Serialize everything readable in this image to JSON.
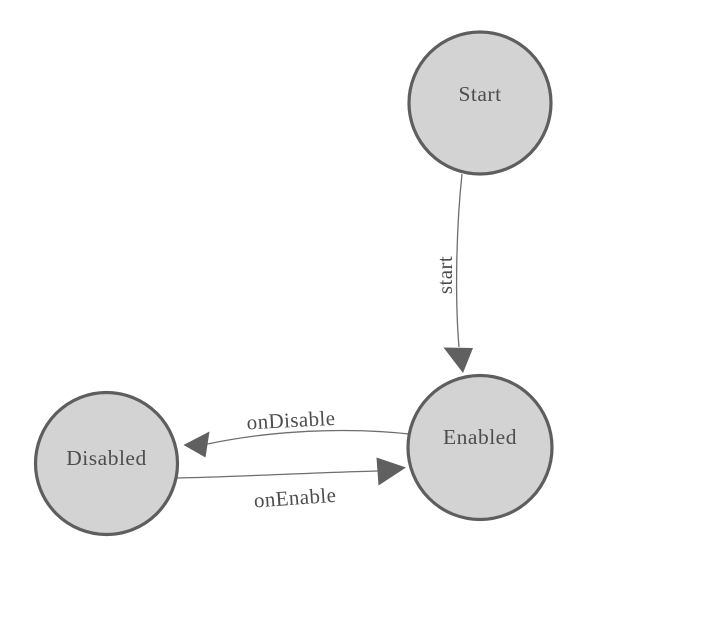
{
  "diagram": {
    "type": "state-machine",
    "nodes": [
      {
        "id": "start",
        "label": "Start"
      },
      {
        "id": "enabled",
        "label": "Enabled"
      },
      {
        "id": "disabled",
        "label": "Disabled"
      }
    ],
    "edges": [
      {
        "from": "Start",
        "to": "Enabled",
        "label": "start"
      },
      {
        "from": "Enabled",
        "to": "Disabled",
        "label": "onDisable"
      },
      {
        "from": "Disabled",
        "to": "Enabled",
        "label": "onEnable"
      }
    ],
    "colors": {
      "background": "#ffffff",
      "node_fill": "#d3d3d3",
      "node_stroke": "#5e5e5e",
      "edge_line": "#6e6e6e",
      "arrow_fill": "#606060",
      "label_text": "#4d4d4d"
    }
  }
}
